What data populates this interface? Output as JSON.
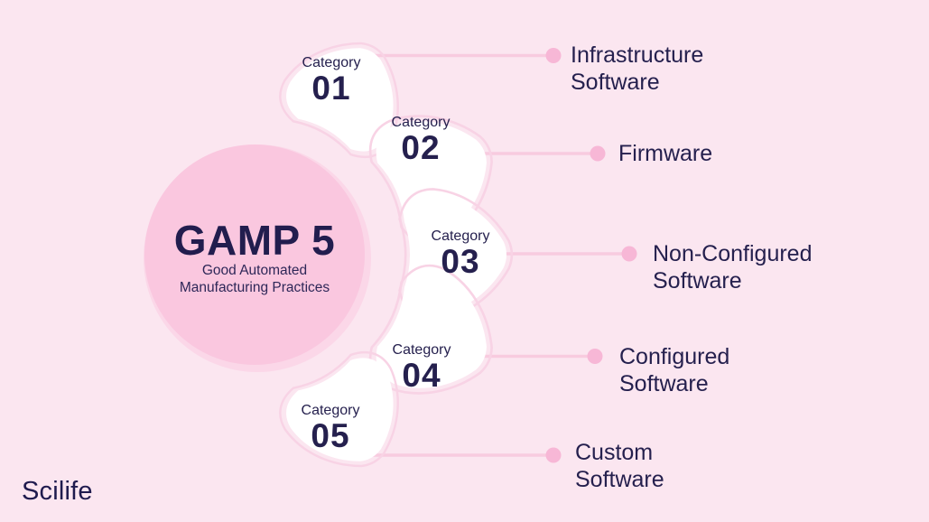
{
  "brand": {
    "logo": "Scilife"
  },
  "center": {
    "title": "GAMP 5",
    "subtitle_line1": "Good Automated",
    "subtitle_line2": "Manufacturing Practices"
  },
  "categories": [
    {
      "label": "Category",
      "number": "01",
      "name": "Infrastructure Software",
      "line1": "Infrastructure",
      "line2": "Software"
    },
    {
      "label": "Category",
      "number": "02",
      "name": "Firmware",
      "line1": "Firmware",
      "line2": ""
    },
    {
      "label": "Category",
      "number": "03",
      "name": "Non-Configured Software",
      "line1": "Non-Configured",
      "line2": "Software"
    },
    {
      "label": "Category",
      "number": "04",
      "name": "Configured Software",
      "line1": "Configured",
      "line2": "Software"
    },
    {
      "label": "Category",
      "number": "05",
      "name": "Custom Software",
      "line1": "Custom",
      "line2": "Software"
    }
  ],
  "colors": {
    "background": "#FBE6F0",
    "circle_fill": "#FAC7DF",
    "circle_echo": "#FBD7E8",
    "petal_fill": "#FFFFFF",
    "petal_echo": "#F8D3E5",
    "line": "#F8CBDF",
    "dot": "#F7B7D6",
    "text_navy": "#25204E"
  }
}
